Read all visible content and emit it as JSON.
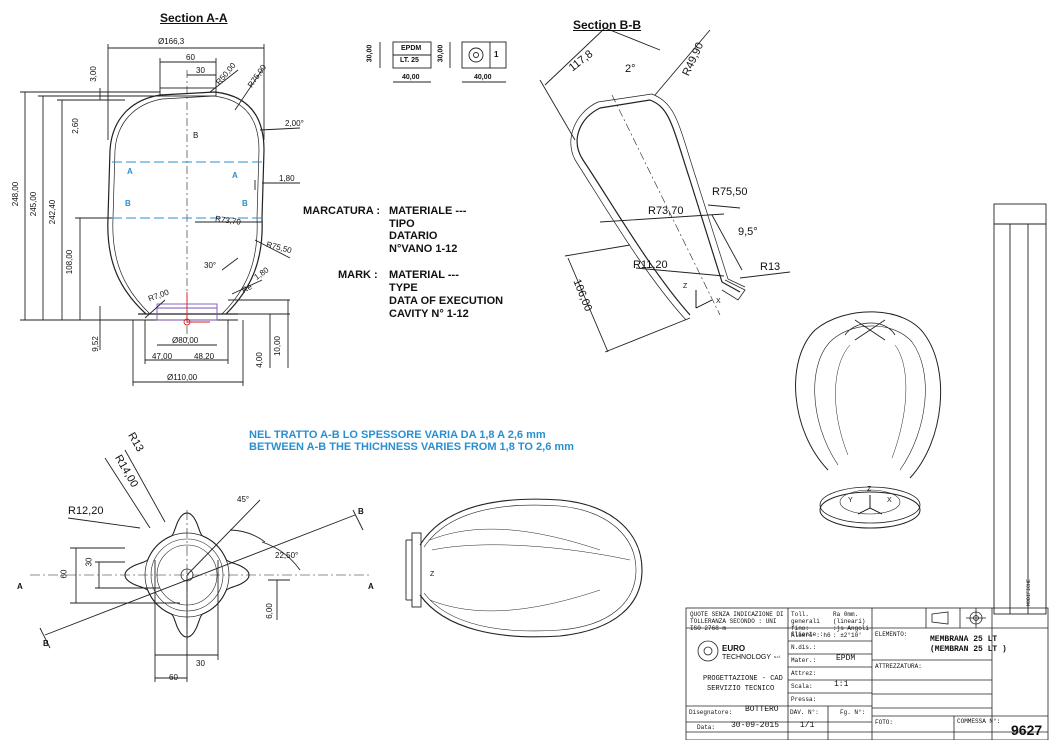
{
  "sections": {
    "a": "Section A-A",
    "b": "Section B-B"
  },
  "dims_a": {
    "d166": "Ø166,3",
    "w60": "60",
    "w30": "30",
    "r50": "R50,00",
    "r75": "R75,00",
    "h3": "3,00",
    "h260": "2,60",
    "h248": "248,00",
    "h245": "245,00",
    "h242": "242,40",
    "h108": "108,00",
    "h952": "9,52",
    "ang2": "2,00°",
    "t180a": "1,80",
    "r7370": "R73,70",
    "r7550": "R75,50",
    "ang30": "30°",
    "t180b": "1,80",
    "re": "Re",
    "r7": "R7,00",
    "d80": "Ø80,00",
    "w47": "47,00",
    "w48": "48,20",
    "d110": "Ø110,00",
    "h4": "4,00",
    "h10": "10,00"
  },
  "labels_ab": {
    "a": "A",
    "b": "B"
  },
  "spec_boxes": {
    "mat1": "EPDM",
    "mat2": "LT. 25",
    "h": "30,00",
    "w": "40,00",
    "cavity": "1"
  },
  "marking": {
    "it_label": "MARCATURA :",
    "it_lines": [
      "MATERIALE ---",
      "TIPO",
      "DATARIO",
      "N°VANO 1-12"
    ],
    "en_label": "MARK :",
    "en_lines": [
      "MATERIAL ---",
      "TYPE",
      "DATA OF EXECUTION",
      "CAVITY N° 1-12"
    ]
  },
  "dims_b": {
    "l117": "117,8",
    "ang2": "2°",
    "r49": "R49,90",
    "r7370": "R73,70",
    "r7550": "R75,50",
    "ang95": "9,5°",
    "r1120": "R11,20",
    "r13": "R13",
    "l106": "106,00"
  },
  "thickness_note": {
    "it": "NEL TRATTO A-B LO SPESSORE VARIA DA 1,8 A 2,6 mm",
    "en": "BETWEEN A-B THE THICHNESS VARIES FROM 1,8 TO 2,6 mm"
  },
  "dims_bottom": {
    "r13": "R13",
    "r14": "R14,00",
    "r1220": "R12,20",
    "ang45": "45°",
    "ang2250": "22,50°",
    "h60": "60",
    "h30": "30",
    "t6": "6,00",
    "w30": "30",
    "w60": "60",
    "a": "A",
    "b": "B"
  },
  "axes": {
    "x": "X",
    "y": "Y",
    "z": "Z"
  },
  "title_block": {
    "notes": "QUOTE SENZA INDICAZIONE DI TOLLERANZA SECONDO : UNI ISO 2768-m",
    "toll_gen": "Toll. generali fino: Albero : h6",
    "finish": "Ra 0mm. (lineari) :js Angoli : ±2°10'",
    "company1": "EURO",
    "company2": "TECHNOLOGY",
    "company_suffix": "s.r.l.",
    "dept1": "PROGETTAZIONE - CAD",
    "dept2": "SERVIZIO TECNICO",
    "cliente_label": "Cliente :",
    "ndis_label": "N.dis.:",
    "mater_label": "Mater.:",
    "mater_value": "EPDM",
    "attrez_label": "Attrez:",
    "scala_label": "Scala:",
    "scala_value": "1:1",
    "pressa_label": "Pressa:",
    "disegnatore_label": "Disegnatore:",
    "disegnatore_value": "BOTTERO",
    "data_label": "Data:",
    "data_value": "30-09-2015",
    "dav_label": "DAV. N°:",
    "dav_value": "1/1",
    "fg_label": "Fg. N°:",
    "elemento_label": "ELEMENTO:",
    "elemento_1": "MEMBRANA 25 LT",
    "elemento_2": "(MEMBRAN 25 LT )",
    "attrezzatura_label": "ATTREZZATURA:",
    "foto_label": "FOTO:",
    "commessa_label": "COMMESSA N°:",
    "commessa_value": "9627",
    "modifiche_label": "MODIFICHE"
  }
}
